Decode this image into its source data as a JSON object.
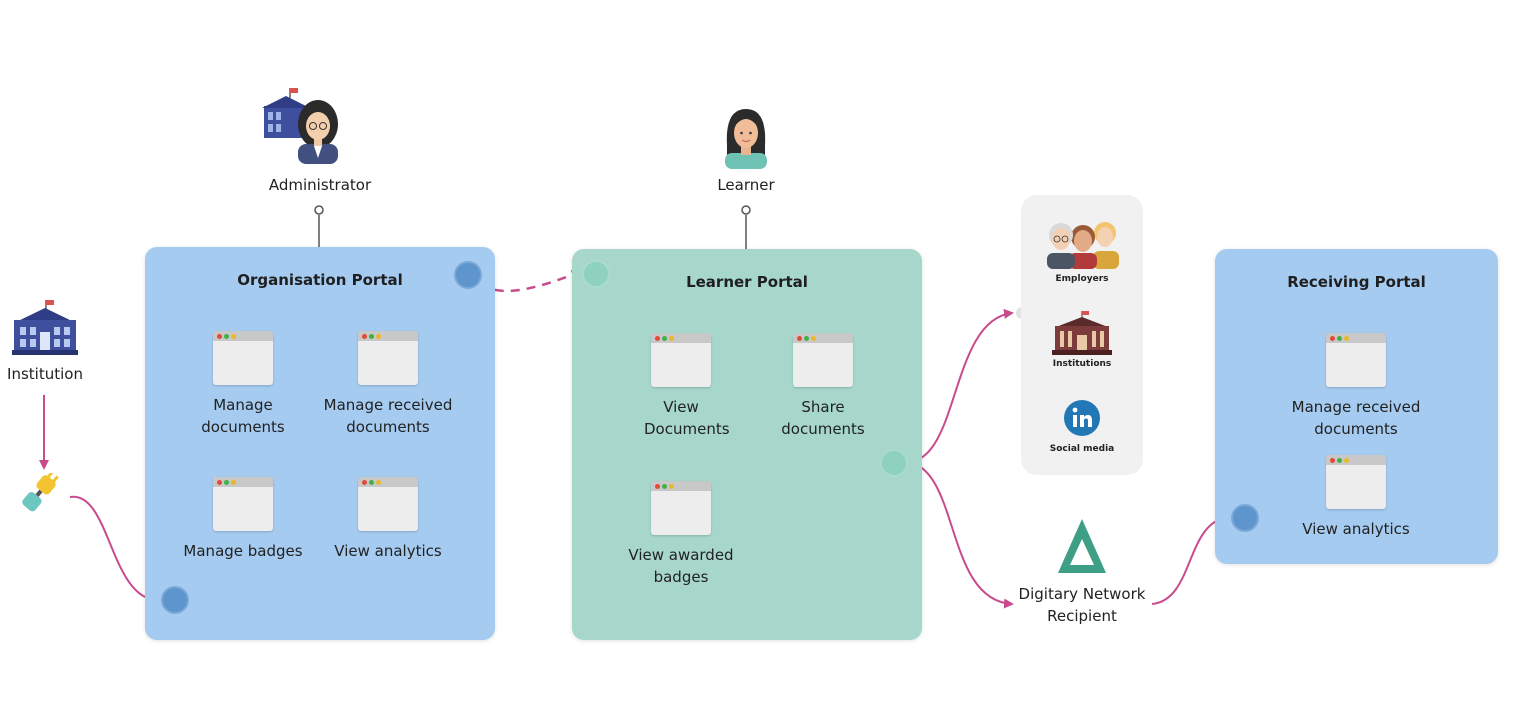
{
  "colors": {
    "portal_blue": "#a5cbf1",
    "portal_teal": "#a7d7cb",
    "connector": "#c84b8e",
    "node_blue": "#5d95cc",
    "node_teal": "#8fd1bf",
    "digitary_green": "#3f9f86"
  },
  "actors": {
    "administrator": {
      "label": "Administrator",
      "icon": "administrator-with-building-icon"
    },
    "learner": {
      "label": "Learner",
      "icon": "learner-avatar-icon"
    },
    "institution": {
      "label": "Institution",
      "icon": "building-icon"
    }
  },
  "plugin": {
    "icon": "plug-icon"
  },
  "portals": {
    "organisation": {
      "title": "Organisation Portal",
      "features": [
        {
          "label": "Manage documents"
        },
        {
          "label": "Manage received documents"
        },
        {
          "label": "Manage badges"
        },
        {
          "label": "View analytics"
        }
      ]
    },
    "learner": {
      "title": "Learner Portal",
      "features": [
        {
          "label": "View Documents"
        },
        {
          "label": "Share documents"
        },
        {
          "label": "View awarded badges"
        }
      ]
    },
    "receiving": {
      "title": "Receiving Portal",
      "features": [
        {
          "label": "Manage received documents"
        },
        {
          "label": "View analytics"
        }
      ]
    }
  },
  "audiences": [
    {
      "label": "Employers",
      "icon": "employers-group-icon"
    },
    {
      "label": "Institutions",
      "icon": "institution-building-icon"
    },
    {
      "label": "Social media",
      "icon": "linkedin-icon"
    }
  ],
  "digitary": {
    "label_line1": "Digitary Network",
    "label_line2": "Recipient",
    "icon": "triangle-logo-icon"
  }
}
